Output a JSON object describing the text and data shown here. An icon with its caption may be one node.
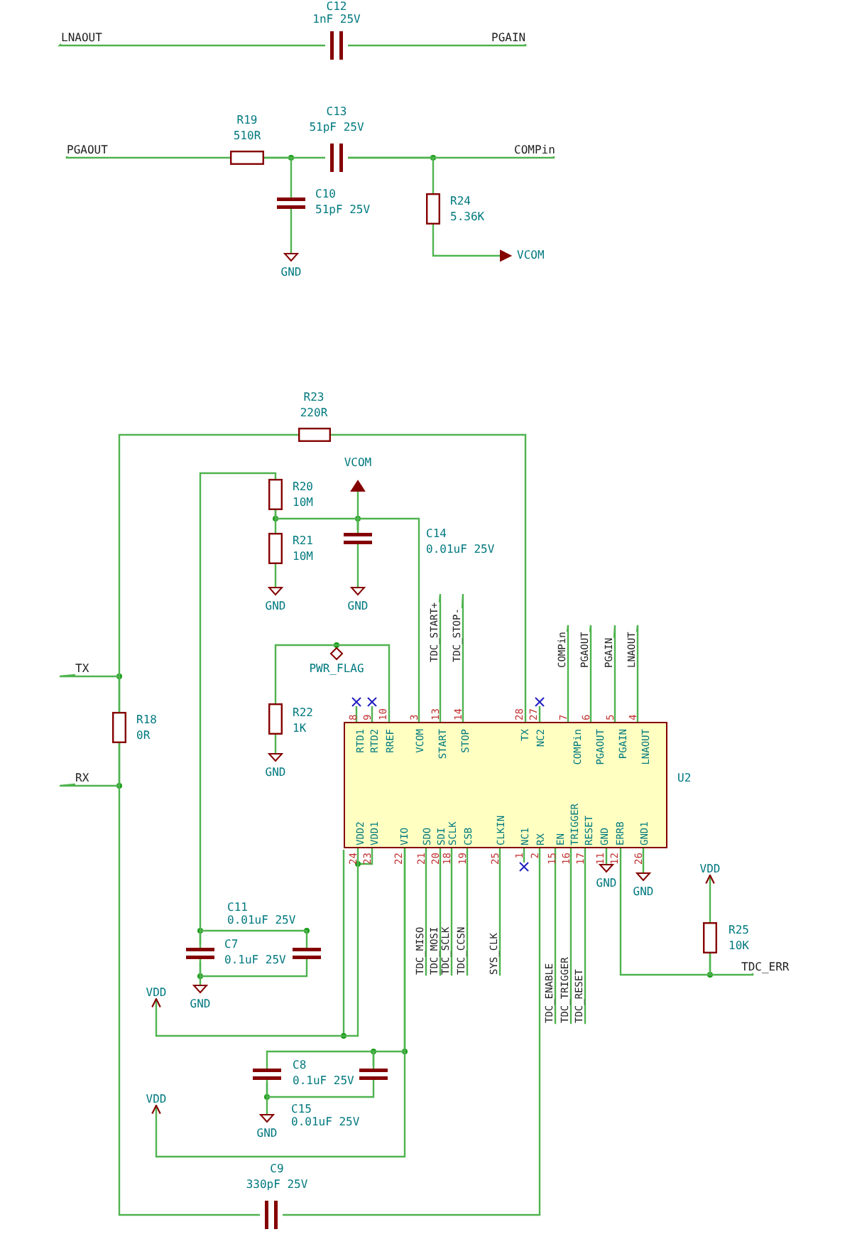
{
  "diagram": {
    "nodes": [
      {
        "text": [
          "C12",
          "1nF 25V"
        ]
      },
      {
        "text": [
          "R19",
          "510R"
        ]
      },
      {
        "text": [
          "C13",
          "51pF 25V"
        ]
      },
      {
        "text": [
          "C10",
          "51pF 25V"
        ]
      },
      {
        "text": [
          "R24",
          "5.36K"
        ]
      },
      {
        "text": [
          "R23",
          "220R"
        ]
      },
      {
        "text": [
          "R20",
          "10M"
        ]
      },
      {
        "text": [
          "R21",
          "10M"
        ]
      },
      {
        "text": [
          "C14",
          "0.01uF 25V"
        ]
      },
      {
        "text": [
          "R22",
          "1K"
        ]
      },
      {
        "text": [
          "R18",
          "0R"
        ]
      },
      {
        "text": [
          "RTD1",
          "RTD2",
          "RREF",
          "VCOM",
          "START",
          "STOP",
          "TX",
          "NC2",
          "COMPin",
          "PGAOUT",
          "PGAIN",
          "LNAOUT",
          "VDD2",
          "VDD1",
          "VIO",
          "SDO",
          "SDI",
          "SCLK",
          "CSB",
          "CLKIN",
          "NC1",
          "RX",
          "EN",
          "TRIGGER",
          "RESET",
          "GND",
          "ERRB",
          "GND1"
        ],
        "beside": [
          "U2",
          "8",
          "9",
          "10",
          "3",
          "13",
          "14",
          "28",
          "27",
          "7",
          "6",
          "5",
          "4",
          "24",
          "23",
          "22",
          "21",
          "20",
          "18",
          "19",
          "25",
          "1",
          "2",
          "15",
          "16",
          "17",
          "11",
          "12",
          "26"
        ]
      },
      {
        "text": [
          "R25",
          "10K"
        ]
      },
      {
        "text": [
          "C7",
          "0.1uF 25V"
        ]
      },
      {
        "text": [
          "C11",
          "0.01uF 25V"
        ]
      },
      {
        "text": [
          "C8",
          "0.1uF 25V"
        ]
      },
      {
        "text": [
          "C15",
          "0.01uF 25V"
        ]
      },
      {
        "text": [
          "C9",
          "330pF 25V"
        ]
      },
      {
        "text": [
          "LNAOUT"
        ]
      },
      {
        "text": [
          "PGAIN"
        ]
      },
      {
        "text": [
          "PGAOUT"
        ]
      },
      {
        "text": [
          "COMPin"
        ]
      },
      {
        "text": [
          "GND"
        ]
      },
      {
        "text": [
          "VCOM"
        ]
      },
      {
        "text": [
          "VCOM"
        ]
      },
      {
        "text": [
          "GND"
        ]
      },
      {
        "text": [
          "GND"
        ]
      },
      {
        "text": [
          "TDC_START+"
        ]
      },
      {
        "text": [
          "TDC_STOP-"
        ]
      },
      {
        "text": [
          "TX"
        ]
      },
      {
        "text": [
          "GND"
        ]
      },
      {
        "text": [
          "RX"
        ]
      },
      {
        "text": [
          "COMPin"
        ]
      },
      {
        "text": [
          "PGAOUT"
        ]
      },
      {
        "text": [
          "PGAIN"
        ]
      },
      {
        "text": [
          "LNAOUT"
        ]
      },
      {
        "text": [
          "GND"
        ]
      },
      {
        "text": [
          "GND"
        ]
      },
      {
        "text": [
          "VDD"
        ]
      },
      {
        "text": [
          "TDC_MISO"
        ]
      },
      {
        "text": [
          "TDC_MOSI"
        ]
      },
      {
        "text": [
          "TDC_SCLK"
        ]
      },
      {
        "text": [
          "TDC_CCSN"
        ]
      },
      {
        "text": [
          "SYS_CLK"
        ]
      },
      {
        "text": [
          "TDC_ERR"
        ]
      },
      {
        "text": [
          "VDD"
        ]
      },
      {
        "text": [
          "GND"
        ]
      },
      {
        "text": [
          "TDC_ENABLE"
        ]
      },
      {
        "text": [
          "TDC_TRIGGER"
        ]
      },
      {
        "text": [
          "TDC_RESET"
        ]
      },
      {
        "text": [
          "VDD"
        ]
      },
      {
        "text": [
          "GND"
        ]
      }
    ],
    "edges": [
      {
        "from": 1,
        "to": 2,
        "arrow": "none"
      },
      {
        "from": 1,
        "to": 3,
        "arrow": "none"
      },
      {
        "from": 2,
        "to": 4,
        "arrow": "none"
      },
      {
        "from": 5,
        "to": 11,
        "arrow": "none"
      },
      {
        "from": 5,
        "to": 10,
        "arrow": "none"
      },
      {
        "from": 10,
        "to": 17,
        "arrow": "none"
      },
      {
        "from": 17,
        "to": 11,
        "arrow": "none"
      },
      {
        "from": 6,
        "to": 7,
        "arrow": "none"
      },
      {
        "from": 6,
        "to": 8,
        "arrow": "none"
      },
      {
        "from": 8,
        "to": 11,
        "arrow": "none"
      },
      {
        "from": 6,
        "to": 13,
        "arrow": "none"
      },
      {
        "from": 13,
        "to": 14,
        "arrow": "none"
      },
      {
        "from": 13,
        "to": 14,
        "arrow": "none"
      },
      {
        "from": 9,
        "to": 11,
        "arrow": "none"
      },
      {
        "from": 15,
        "to": 16,
        "arrow": "none"
      },
      {
        "from": 15,
        "to": 16,
        "arrow": "none"
      },
      {
        "from": 16,
        "to": 11,
        "arrow": "none"
      },
      {
        "from": 11,
        "to": 12,
        "arrow": "none"
      },
      {
        "from": 18,
        "to": 0,
        "arrow": "none"
      },
      {
        "from": 0,
        "to": 19,
        "arrow": "none"
      },
      {
        "from": 20,
        "to": 1,
        "arrow": "none"
      },
      {
        "from": 2,
        "to": 21,
        "arrow": "none"
      },
      {
        "from": 3,
        "to": 22,
        "arrow": "none"
      },
      {
        "from": 4,
        "to": 23,
        "arrow": "none"
      },
      {
        "from": 8,
        "to": 24,
        "arrow": "none"
      },
      {
        "from": 7,
        "to": 25,
        "arrow": "none"
      },
      {
        "from": 8,
        "to": 26,
        "arrow": "none"
      },
      {
        "from": 27,
        "to": 11,
        "arrow": "none"
      },
      {
        "from": 28,
        "to": 11,
        "arrow": "none"
      },
      {
        "from": 29,
        "to": 10,
        "arrow": "none"
      },
      {
        "from": 9,
        "to": 30,
        "arrow": "none"
      },
      {
        "from": 31,
        "to": 10,
        "arrow": "none"
      },
      {
        "from": 32,
        "to": 11,
        "arrow": "none"
      },
      {
        "from": 33,
        "to": 11,
        "arrow": "none"
      },
      {
        "from": 34,
        "to": 11,
        "arrow": "none"
      },
      {
        "from": 35,
        "to": 11,
        "arrow": "none"
      },
      {
        "from": 11,
        "to": 36,
        "arrow": "none"
      },
      {
        "from": 11,
        "to": 37,
        "arrow": "none"
      },
      {
        "from": 12,
        "to": 38,
        "arrow": "to"
      },
      {
        "from": 11,
        "to": 39,
        "arrow": "none"
      },
      {
        "from": 11,
        "to": 40,
        "arrow": "none"
      },
      {
        "from": 11,
        "to": 41,
        "arrow": "none"
      },
      {
        "from": 11,
        "to": 42,
        "arrow": "none"
      },
      {
        "from": 11,
        "to": 43,
        "arrow": "none"
      },
      {
        "from": 12,
        "to": 44,
        "arrow": "none"
      },
      {
        "from": 11,
        "to": 45,
        "arrow": "to"
      },
      {
        "from": 13,
        "to": 46,
        "arrow": "none"
      },
      {
        "from": 11,
        "to": 47,
        "arrow": "none"
      },
      {
        "from": 11,
        "to": 48,
        "arrow": "none"
      },
      {
        "from": 11,
        "to": 49,
        "arrow": "none"
      },
      {
        "from": 11,
        "to": 50,
        "arrow": "to"
      },
      {
        "from": 15,
        "to": 51,
        "arrow": "none"
      }
    ],
    "labels": [
      "PWR_FLAG"
    ]
  }
}
